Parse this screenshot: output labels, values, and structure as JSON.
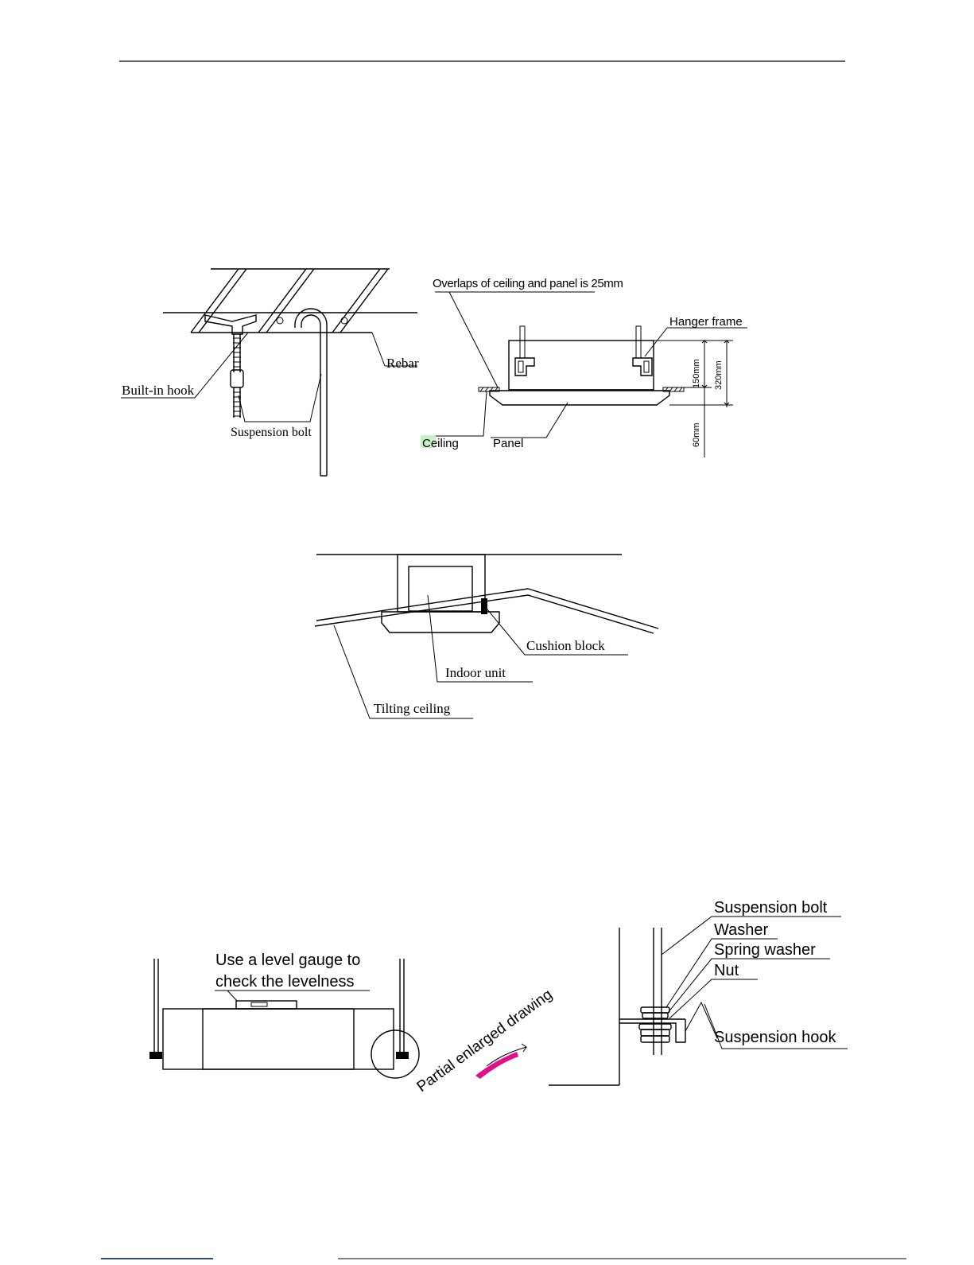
{
  "fig1": {
    "rebar": "Rebar",
    "built_in_hook": "Built-in hook",
    "suspension_bolt": "Suspension bolt"
  },
  "fig2": {
    "overlap_note": "Overlaps of ceiling and panel is 25mm",
    "hanger_frame": "Hanger frame",
    "ceiling": "Ceiling",
    "panel": "Panel",
    "dim_150": "150mm",
    "dim_320": "320mm",
    "dim_60": "60mm"
  },
  "fig3": {
    "cushion_block": "Cushion block",
    "indoor_unit": "Indoor unit",
    "tilting_ceiling": "Tilting ceiling"
  },
  "fig4": {
    "level_gauge_line1": "Use a level gauge to",
    "level_gauge_line2": "check the levelness",
    "partial_enlarged": "Partial enlarged drawing",
    "suspension_bolt": "Suspension bolt",
    "washer": "Washer",
    "spring_washer": "Spring washer",
    "nut": "Nut",
    "suspension_hook": "Suspension hook"
  },
  "colors": {
    "ceiling_highlight": "#c8f0c8",
    "arrow_accent": "#e0108a"
  }
}
